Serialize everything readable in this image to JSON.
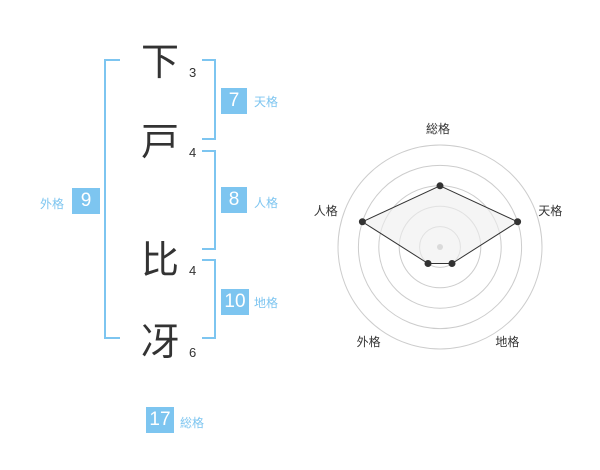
{
  "name": {
    "chars": [
      {
        "char": "下",
        "strokes": "3"
      },
      {
        "char": "戸",
        "strokes": "4"
      },
      {
        "char": "比",
        "strokes": "4"
      },
      {
        "char": "冴",
        "strokes": "6"
      }
    ]
  },
  "kakusu": {
    "tenkaku": {
      "value": "7",
      "label": "天格"
    },
    "jinkaku": {
      "value": "8",
      "label": "人格"
    },
    "chikaku": {
      "value": "10",
      "label": "地格"
    },
    "gaikaku": {
      "value": "9",
      "label": "外格"
    },
    "soukaku": {
      "value": "17",
      "label": "総格"
    }
  },
  "colors": {
    "accent": "#7dc5f0",
    "text": "#333333",
    "grid": "#cccccc",
    "fill": "#eeeeee"
  },
  "chart_data": {
    "type": "radar",
    "axes": [
      "総格",
      "天格",
      "地格",
      "外格",
      "人格"
    ],
    "values": [
      3,
      4,
      1,
      1,
      4
    ],
    "max": 5,
    "rings": 5
  }
}
